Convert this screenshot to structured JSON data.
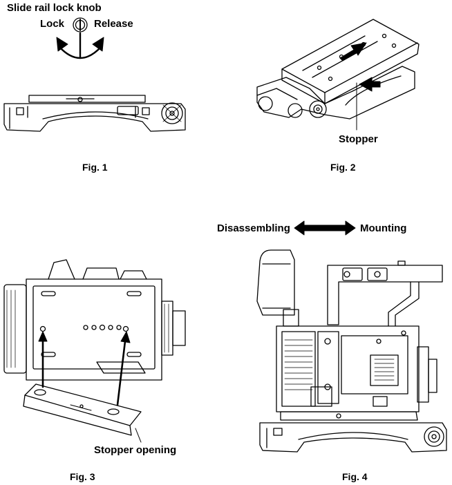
{
  "fig1": {
    "knob_label": "Slide rail lock knob",
    "lock_label": "Lock",
    "release_label": "Release",
    "caption": "Fig. 1"
  },
  "fig2": {
    "stopper_label": "Stopper",
    "caption": "Fig. 2"
  },
  "fig3": {
    "stopper_opening_label": "Stopper opening",
    "caption": "Fig. 3"
  },
  "fig4": {
    "disassembling_label": "Disassembling",
    "mounting_label": "Mounting",
    "caption": "Fig. 4"
  }
}
